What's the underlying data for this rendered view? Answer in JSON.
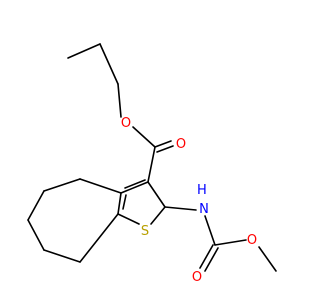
{
  "colors": {
    "background": "#ffffff",
    "bond": "#000000",
    "oxygen": "#ff0000",
    "nitrogen": "#0000ff",
    "sulfur": "#b8a000"
  },
  "atoms": {
    "o_ester_single": "O",
    "o_ester_double": "O",
    "nh": "H\nN",
    "s_ring": "S",
    "o_carbamate_double": "O",
    "o_carbamate_single": "O"
  }
}
